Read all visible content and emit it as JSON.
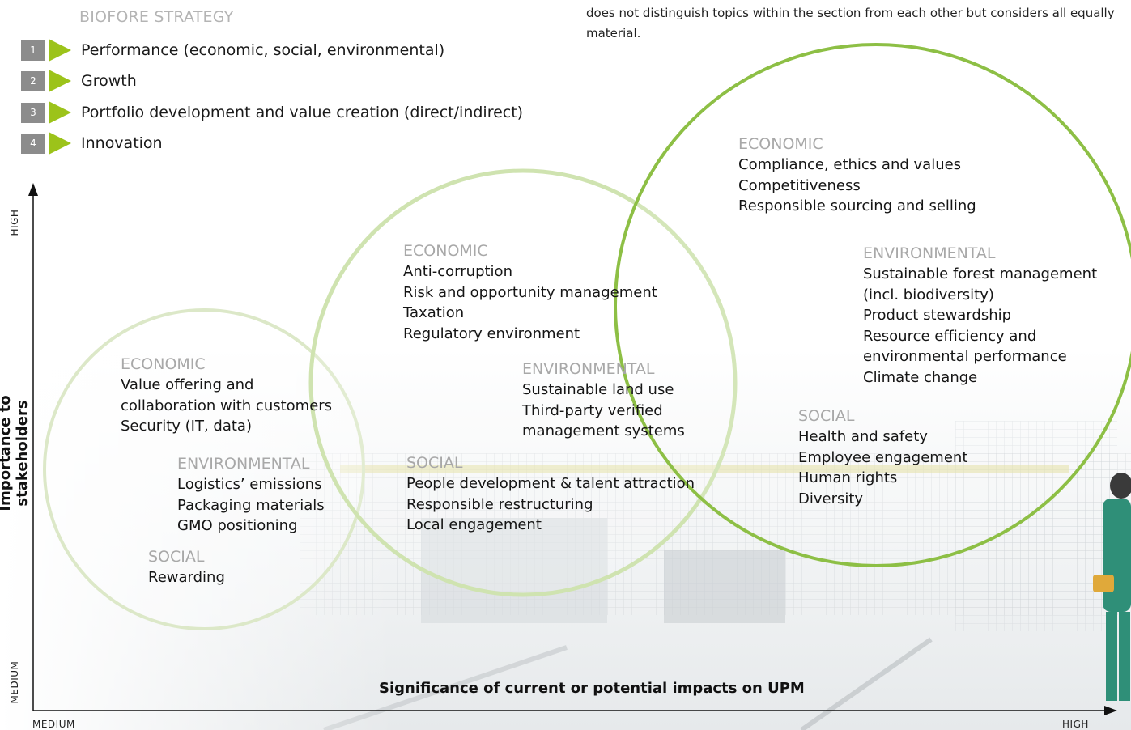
{
  "intro_text": "does not distinguish topics within the section from each other but considers all equally material.",
  "strategy": {
    "title": "BIOFORE STRATEGY",
    "items": [
      {
        "num": "1",
        "label": "Performance (economic, social, environmental)"
      },
      {
        "num": "2",
        "label": "Growth"
      },
      {
        "num": "3",
        "label": "Portfolio development and value creation (direct/indirect)"
      },
      {
        "num": "4",
        "label": "Innovation"
      }
    ]
  },
  "axes": {
    "y_label": "Importance to stakeholders",
    "x_label": "Significance of current or potential impacts on UPM",
    "y_high": "HIGH",
    "y_medium": "MEDIUM",
    "x_medium": "MEDIUM",
    "x_high": "HIGH"
  },
  "circles": {
    "low": {
      "economic": {
        "heading": "ECONOMIC",
        "topics": [
          "Value offering and",
          "collaboration with customers",
          "Security (IT, data)"
        ]
      },
      "environmental": {
        "heading": "ENVIRONMENTAL",
        "topics": [
          "Logistics’ emissions",
          "Packaging materials",
          "GMO positioning"
        ]
      },
      "social": {
        "heading": "SOCIAL",
        "topics": [
          "Rewarding"
        ]
      }
    },
    "mid": {
      "economic": {
        "heading": "ECONOMIC",
        "topics": [
          "Anti-corruption",
          "Risk and opportunity management",
          "Taxation",
          "Regulatory environment"
        ]
      },
      "environmental": {
        "heading": "ENVIRONMENTAL",
        "topics": [
          "Sustainable land use",
          "Third-party verified",
          "management systems"
        ]
      },
      "social": {
        "heading": "SOCIAL",
        "topics": [
          "People development & talent attraction",
          "Responsible restructuring",
          "Local engagement"
        ]
      }
    },
    "high": {
      "economic": {
        "heading": "ECONOMIC",
        "topics": [
          "Compliance, ethics and values",
          "Competitiveness",
          "Responsible sourcing and selling"
        ]
      },
      "environmental": {
        "heading": "ENVIRONMENTAL",
        "topics": [
          "Sustainable forest management",
          "(incl. biodiversity)",
          "Product stewardship",
          "Resource efficiency and",
          "environmental performance",
          "Climate change"
        ]
      },
      "social": {
        "heading": "SOCIAL",
        "topics": [
          "Health and safety",
          "Employee engagement",
          "Human rights",
          "Diversity"
        ]
      }
    }
  },
  "colors": {
    "accent_green": "#9cc31a",
    "circle_light": "#d9e8c3",
    "circle_mid": "#c9e0a8",
    "circle_strong": "#8dbf45",
    "heading_gray": "#a8a8a8"
  }
}
